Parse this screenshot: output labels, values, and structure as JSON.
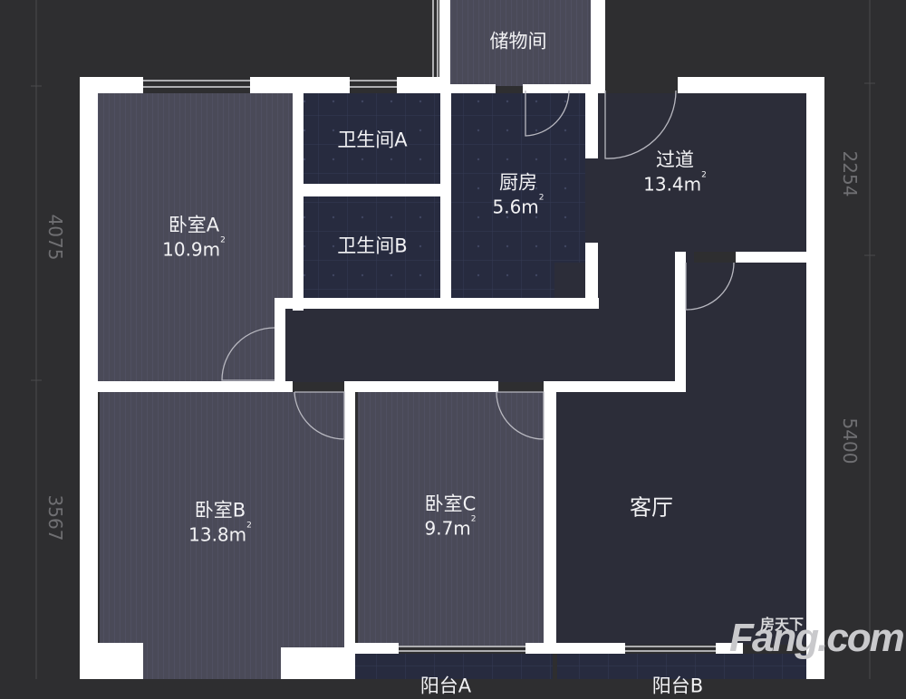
{
  "plan": {
    "colors": {
      "background": "#2e2e30",
      "wall": "#ffffff",
      "bedroom_fill": "#4a4a58",
      "wet_room_fill": "#272b3f",
      "living_fill": "#2c2d39",
      "dimension_text": "#6f6f72"
    },
    "rooms": [
      {
        "id": "storage",
        "name": "储物间",
        "area": ""
      },
      {
        "id": "bathroom_a",
        "name": "卫生间A",
        "area": ""
      },
      {
        "id": "bathroom_b",
        "name": "卫生间B",
        "area": ""
      },
      {
        "id": "kitchen",
        "name": "厨房",
        "area": "5.6m"
      },
      {
        "id": "corridor",
        "name": "过道",
        "area": "13.4m"
      },
      {
        "id": "bedroom_a",
        "name": "卧室A",
        "area": "10.9m"
      },
      {
        "id": "bedroom_b",
        "name": "卧室B",
        "area": "13.8m"
      },
      {
        "id": "bedroom_c",
        "name": "卧室C",
        "area": "9.7m"
      },
      {
        "id": "living_room",
        "name": "客厅",
        "area": ""
      },
      {
        "id": "balcony_a",
        "name": "阳台A",
        "area": ""
      },
      {
        "id": "balcony_b",
        "name": "阳台B",
        "area": ""
      }
    ],
    "area_unit_sup": "2",
    "dimensions": {
      "left_top": "4075",
      "left_bottom": "3567",
      "right_top": "2254",
      "right_bottom": "5400"
    }
  },
  "watermark": {
    "brand_latin": "Fang.com",
    "brand_cn": "房天下"
  }
}
